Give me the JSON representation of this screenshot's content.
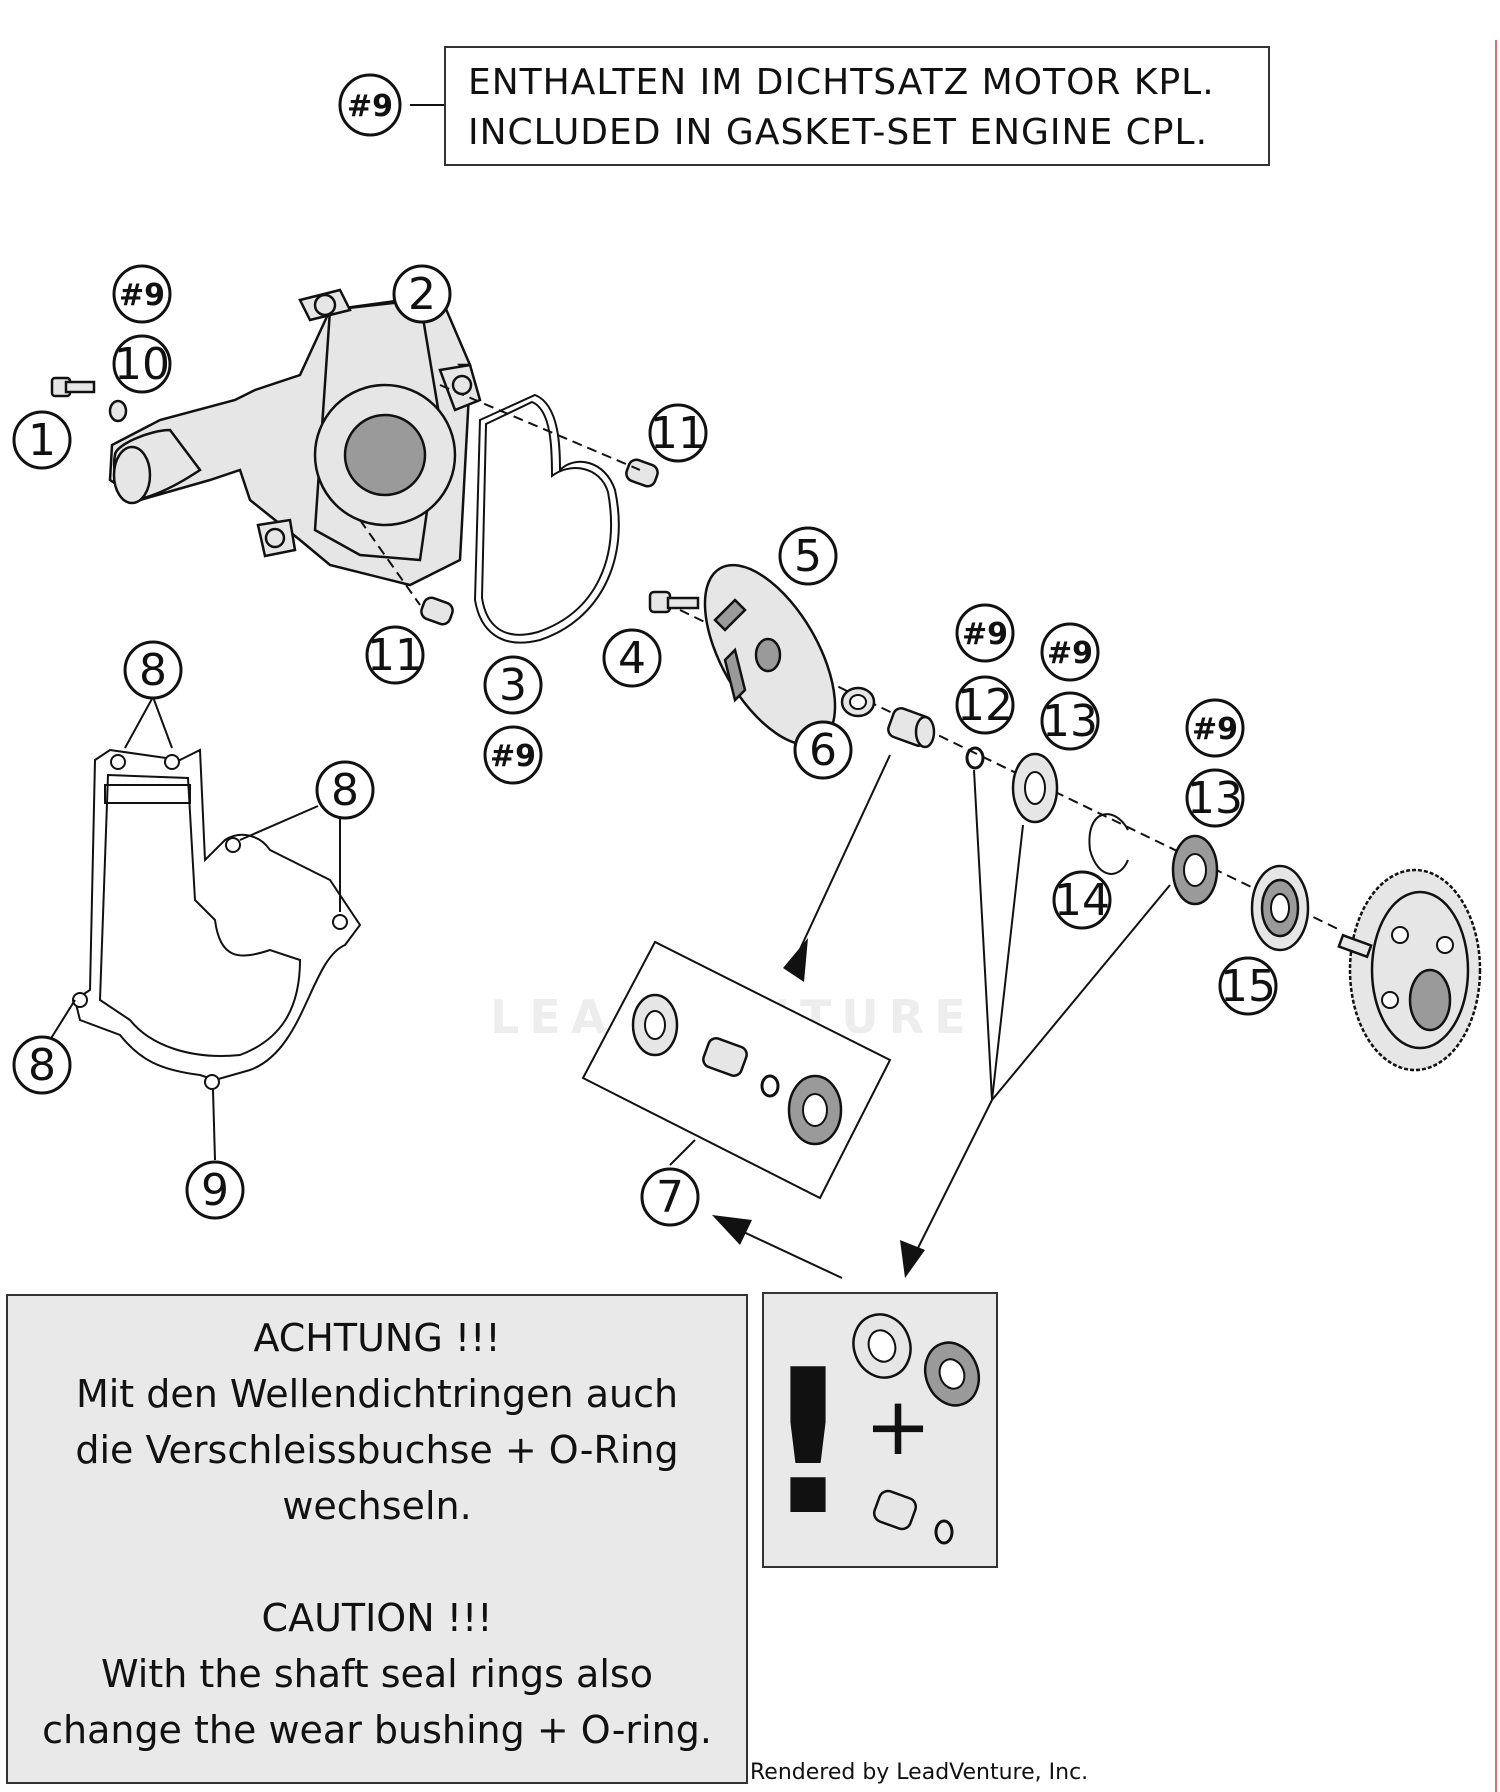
{
  "header": {
    "kit_badge": "#9",
    "line_de": "ENTHALTEN IM DICHTSATZ MOTOR KPL.",
    "line_en": "INCLUDED IN GASKET-SET ENGINE CPL."
  },
  "callouts": {
    "c1": "1",
    "c2": "2",
    "c3": "3",
    "c4": "4",
    "c5": "5",
    "c6": "6",
    "c7": "7",
    "c8a": "8",
    "c8b": "8",
    "c8c": "8",
    "c9": "9",
    "c10": "10",
    "c11a": "11",
    "c11b": "11",
    "c12": "12",
    "c13a": "13",
    "c13b": "13",
    "c14": "14",
    "c15": "15",
    "k10": "#9",
    "k3": "#9",
    "k12": "#9",
    "k13a": "#9",
    "k13b": "#9"
  },
  "caution": {
    "de_title": "ACHTUNG !!!",
    "de_line1": "Mit den Wellendichtringen auch",
    "de_line2": "die Verschleissbuchse + O-Ring",
    "de_line3": "wechseln.",
    "en_title": "CAUTION !!!",
    "en_line1": "With the shaft seal rings also",
    "en_line2": "change the wear bushing + O-ring."
  },
  "warning_panel": {
    "exclamation": "!",
    "plus": "+"
  },
  "watermark": "LEADVENTURE",
  "footer": {
    "credit": "Rendered by LeadVenture, Inc."
  }
}
